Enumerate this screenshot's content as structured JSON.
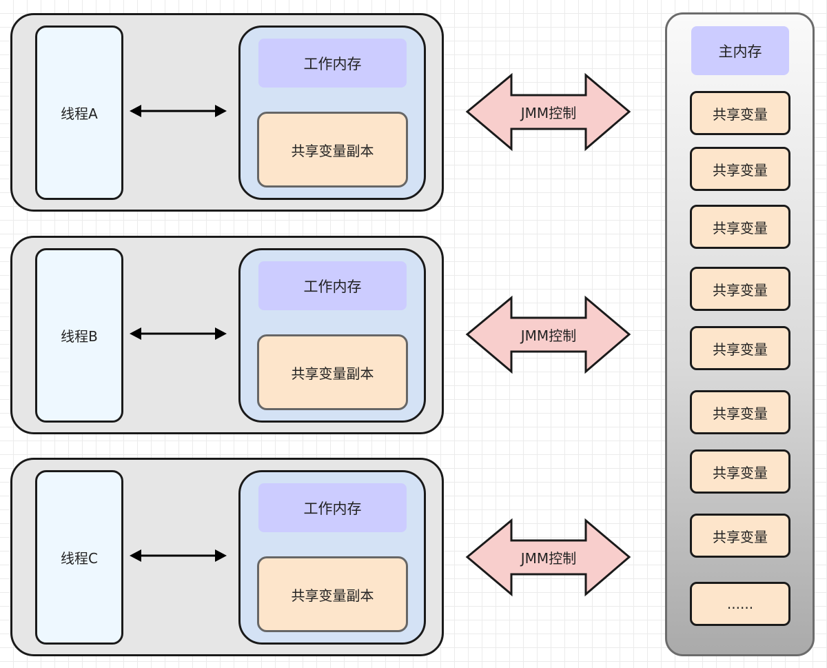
{
  "threads": [
    {
      "label": "线程A",
      "working_memory_label": "工作内存",
      "copy_label": "共享变量副本",
      "jmm_label": "JMM控制"
    },
    {
      "label": "线程B",
      "working_memory_label": "工作内存",
      "copy_label": "共享变量副本",
      "jmm_label": "JMM控制"
    },
    {
      "label": "线程C",
      "working_memory_label": "工作内存",
      "copy_label": "共享变量副本",
      "jmm_label": "JMM控制"
    }
  ],
  "main_memory": {
    "title": "主内存",
    "variables": [
      "共享变量",
      "共享变量",
      "共享变量",
      "共享变量",
      "共享变量",
      "共享变量",
      "共享变量",
      "共享变量",
      "......"
    ]
  },
  "colors": {
    "thread_group_fill": "#e6e6e6",
    "thread_box_fill": "#eef8ff",
    "working_area_fill": "#d4e2f5",
    "working_title_fill": "#ccccff",
    "copy_fill": "#fde5cb",
    "jmm_arrow_fill": "#f8cecc",
    "stroke": "#1a1a1a"
  }
}
